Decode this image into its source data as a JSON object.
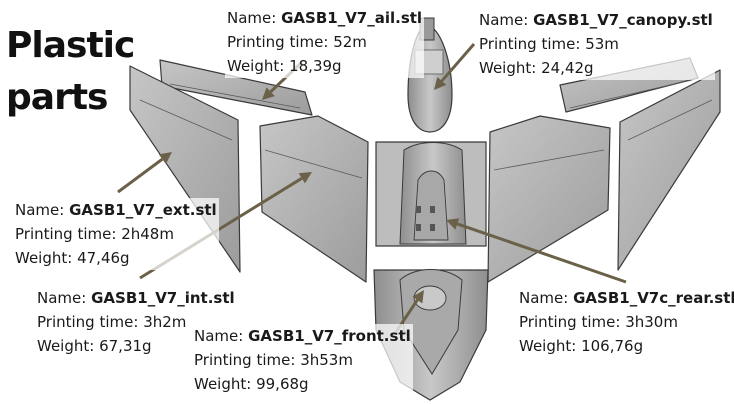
{
  "title": [
    "Plastic",
    "parts"
  ],
  "field_labels": {
    "name": "Name:",
    "time": "Printing time:",
    "weight": "Weight:"
  },
  "parts": [
    {
      "id": "ail",
      "name": "GASB1_V7_ail.stl",
      "time": "52m",
      "weight": "18,39g"
    },
    {
      "id": "canopy",
      "name": "GASB1_V7_canopy.stl",
      "time": "53m",
      "weight": "24,42g"
    },
    {
      "id": "ext",
      "name": "GASB1_V7_ext.stl",
      "time": "2h48m",
      "weight": "47,46g"
    },
    {
      "id": "int",
      "name": "GASB1_V7_int.stl",
      "time": "3h2m",
      "weight": "67,31g"
    },
    {
      "id": "front",
      "name": "GASB1_V7_front.stl",
      "time": "3h53m",
      "weight": "99,68g"
    },
    {
      "id": "rear",
      "name": "GASB1_V7c_rear.stl",
      "time": "3h30m",
      "weight": "106,76g"
    }
  ],
  "colors": {
    "part_fill": "#b4b4b4",
    "part_stroke": "#3a3a3a",
    "arrow": "#6b6148",
    "text": "#1a1a1a"
  }
}
